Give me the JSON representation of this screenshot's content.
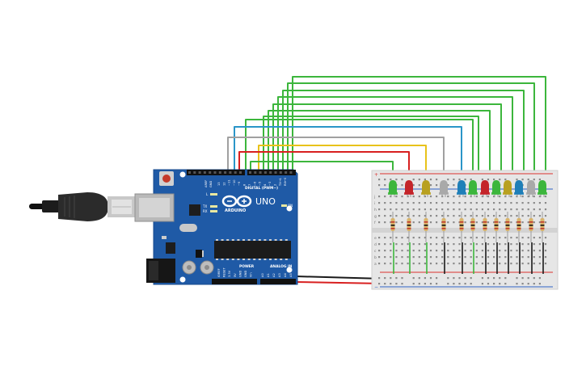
{
  "board": {
    "brand": "ARDUINO",
    "model": "UNO",
    "digital_header": "DIGITAL (PWM~)",
    "power_header": "POWER",
    "analog_header": "ANALOG IN",
    "on_led": "ON",
    "l_led": "L",
    "tx_led": "TX",
    "rx_led": "RX",
    "icsp": "ICSP",
    "aref": "AREF",
    "gnd": "GND",
    "digital_pins": [
      "13",
      "12",
      "~11",
      "~10",
      "~9",
      "8",
      "7",
      "~6",
      "~5",
      "4",
      "~3",
      "2",
      "TX→1",
      "RX←0"
    ],
    "power_pins": [
      "IOREF",
      "RESET",
      "3.3V",
      "5V",
      "GND",
      "GND",
      "Vin"
    ],
    "analog_pins": [
      "A0",
      "A1",
      "A2",
      "A3",
      "A4",
      "A5"
    ]
  },
  "breadboard": {
    "row_letters_top": [
      "j",
      "i",
      "h",
      "g",
      "f"
    ],
    "row_letters_bottom": [
      "e",
      "d",
      "c",
      "b",
      "a"
    ],
    "plus": "+",
    "minus": "−"
  },
  "colors": {
    "board": "#1f5aa6",
    "breadboard": "#e6e6e6",
    "rail_red": "#d9322d",
    "rail_blue": "#2f63c4",
    "wire_green": "#3cb63c",
    "wire_red": "#d82020",
    "wire_yellow": "#e8c21a",
    "wire_gray": "#a0a0a0",
    "wire_blue": "#2a95c8",
    "wire_black": "#1a1a1a"
  },
  "leds": [
    {
      "color": "#3cb63c"
    },
    {
      "color": "#c4252a"
    },
    {
      "color": "#b8a020"
    },
    {
      "color": "#a9a9a9"
    },
    {
      "color": "#1f7fb8"
    },
    {
      "color": "#3cb63c"
    },
    {
      "color": "#c4252a"
    },
    {
      "color": "#3cb63c"
    },
    {
      "color": "#b8a020"
    },
    {
      "color": "#1f7fb8"
    },
    {
      "color": "#a9a9a9"
    },
    {
      "color": "#3cb63c"
    }
  ]
}
